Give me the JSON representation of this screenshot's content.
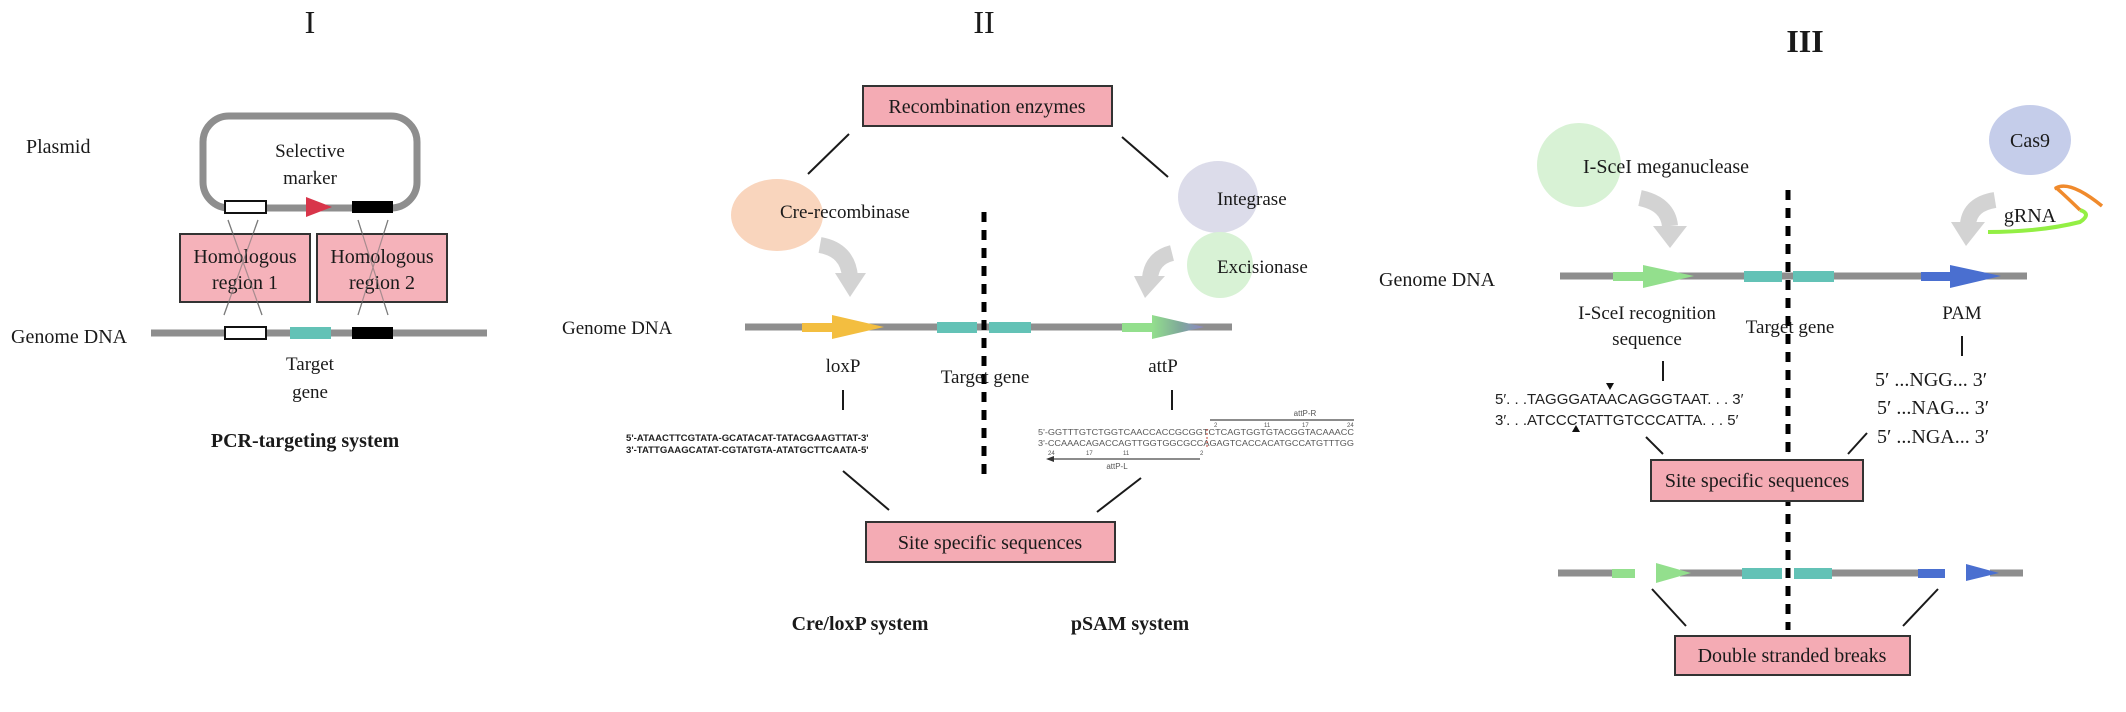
{
  "figure": {
    "panels": [
      {
        "numeral": "I",
        "plasmid_label": "Plasmid",
        "selective_marker": [
          "Selective",
          "marker"
        ],
        "homologous_region_1": [
          "Homologous",
          "region 1"
        ],
        "homologous_region_2": [
          "Homologous",
          "region 2"
        ],
        "genome_label": "Genome DNA",
        "target_gene": [
          "Target",
          "gene"
        ],
        "system_name": "PCR-targeting system"
      },
      {
        "numeral": "II",
        "enzymes_box": "Recombination enzymes",
        "cre": "Cre-recombinase",
        "integrase": "Integrase",
        "excisionase": "Excisionase",
        "genome_label": "Genome DNA",
        "loxp": "loxP",
        "target_gene": "Target gene",
        "attp": "attP",
        "loxp_seq": [
          "5'-ATAACTTCGTATA-GCATACAT-TATACGAAGTTAT-3'",
          "3'-TATTGAAGCATAT-CGTATGTA-ATATGCTTCAATA-5'"
        ],
        "attp_seq": [
          "5'-GGTTTGTCTGGTCAACCACCGCGGTCTCAGTGGTGTACGGTACAAACC",
          "3'-CCAAACAGACCAGTTGGTGGCGCCAGAGTCACCACATGCCATGTTTGG"
        ],
        "attp_r_label": "attP-R",
        "attp_l_label": "attP-L",
        "attp_r_ticks": [
          "2",
          "11",
          "17",
          "24"
        ],
        "attp_l_ticks": [
          "24",
          "17",
          "11",
          "2"
        ],
        "site_box": "Site specific sequences",
        "system_left": "Cre/loxP system",
        "system_right": "pSAM system"
      },
      {
        "numeral": "III",
        "isce1": "I-SceI meganuclease",
        "cas9": "Cas9",
        "grna": "gRNA",
        "genome_label": "Genome DNA",
        "recognition": [
          "I-SceI recognition",
          "sequence"
        ],
        "target_gene": "Target gene",
        "pam": "PAM",
        "isce1_seq": [
          "5′. . .TAGGGATAACAGGGTAAT. . . 3′",
          "3′. . .ATCCCTATTGTCCCATTA. . . 5′"
        ],
        "pam_seqs": [
          "5′ ...NGG... 3′",
          "5′ ...NAG... 3′",
          "5′ ...NGA... 3′"
        ],
        "site_box": "Site specific sequences",
        "dsb_box": "Double stranded breaks"
      }
    ],
    "colors": {
      "box_fill": "#f4abb4",
      "dna_gray": "#8e8e8e",
      "target_teal": "#63c2b6",
      "selective_marker_red": "#d8354a",
      "loxp_yellow": "#f3be40",
      "isce1_green": "#93df8d",
      "pam_blue": "#4a6fd0",
      "cre_orange": "#f9d5bd",
      "integrase_lavender": "#dcdcea",
      "excisionase_green": "#d8f2d5",
      "cas9_blue": "#c5cdea",
      "grna_green": "#93ef44",
      "grna_orange": "#f08a2c"
    }
  }
}
